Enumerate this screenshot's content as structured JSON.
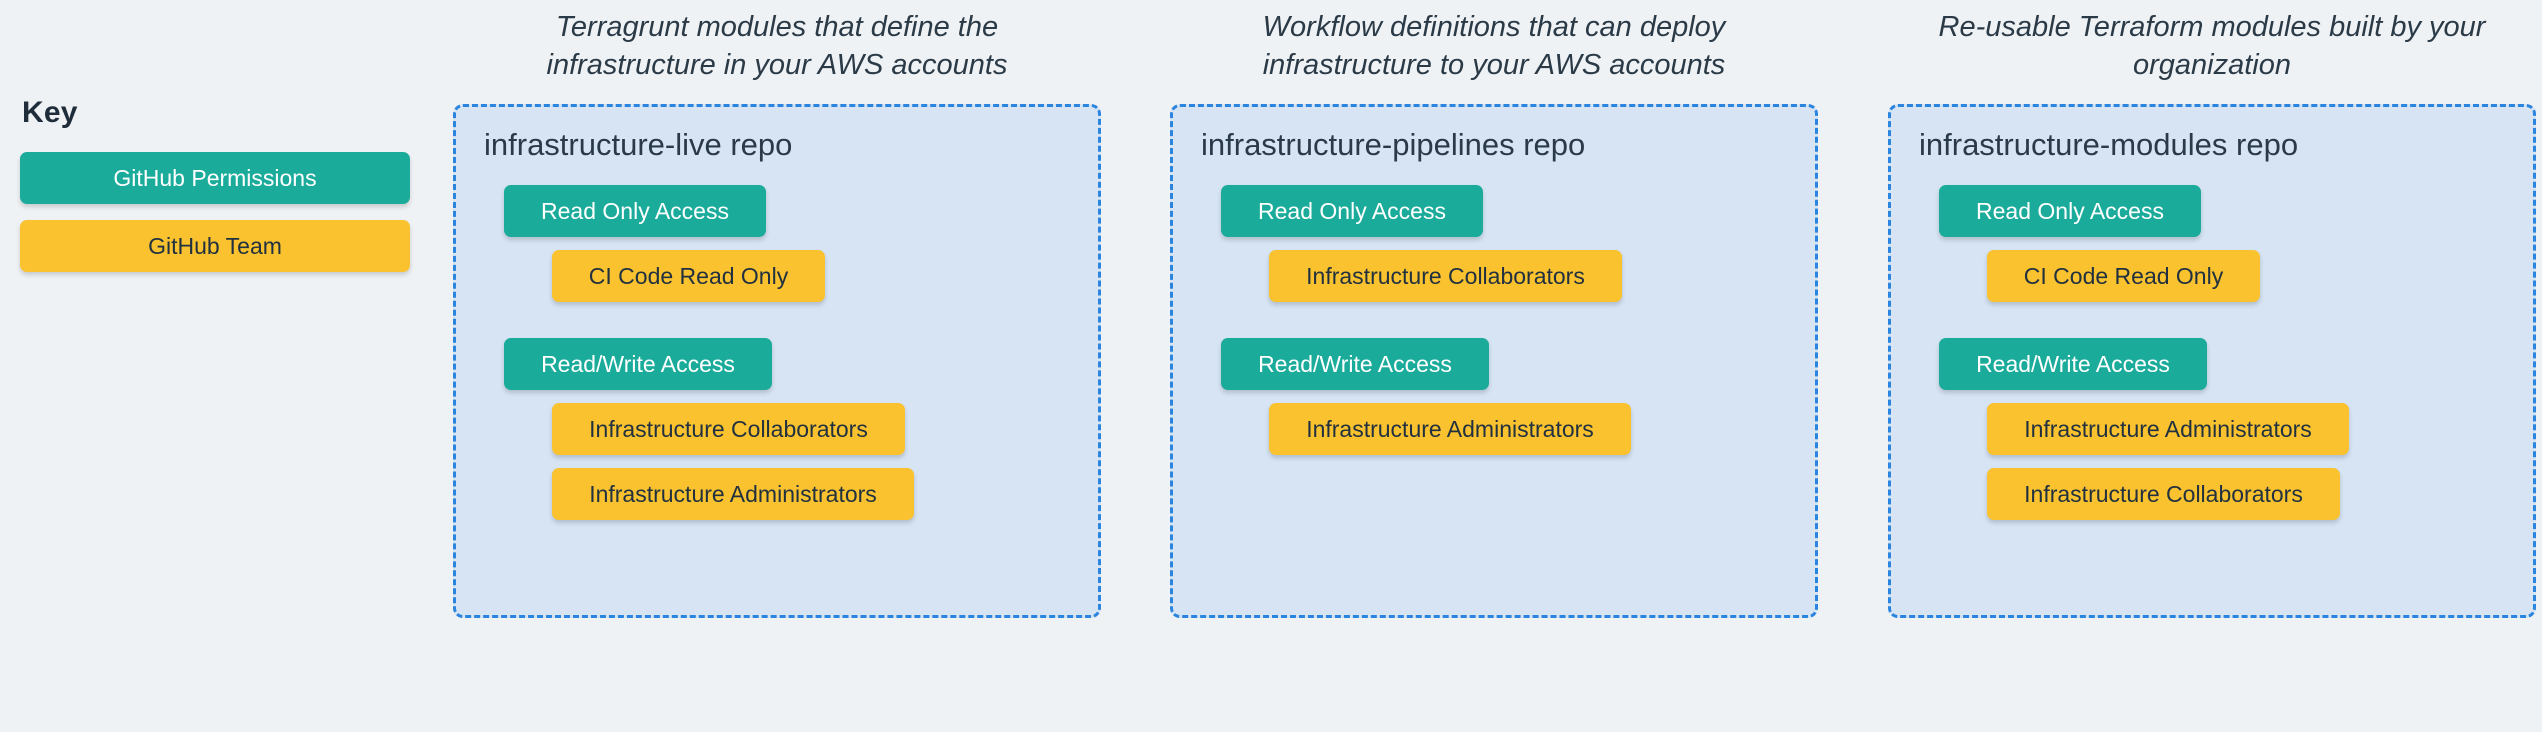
{
  "page": {
    "background_color": "#eff2f5"
  },
  "colors": {
    "permission_fill": "#1aab9b",
    "permission_text": "#ffffff",
    "team_fill": "#f9c22e",
    "team_text": "#22313f",
    "panel_fill": "#d6e4f4",
    "panel_border": "#2b84dd",
    "page_background": "#eff2f5",
    "heading_text": "#1f2d3a"
  },
  "key": {
    "title": "Key",
    "items": [
      {
        "label": "GitHub Permissions",
        "type": "permission"
      },
      {
        "label": "GitHub Team",
        "type": "team"
      }
    ]
  },
  "columns": [
    {
      "caption": "Terragrunt modules that define the infrastructure in your AWS accounts",
      "repo_title": "infrastructure-live repo",
      "groups": [
        {
          "permission": "Read Only Access",
          "teams": [
            "CI Code Read Only"
          ]
        },
        {
          "permission": "Read/Write Access",
          "teams": [
            "Infrastructure Collaborators",
            "Infrastructure Administrators"
          ]
        }
      ]
    },
    {
      "caption": "Workflow definitions that can deploy infrastructure to your AWS accounts",
      "repo_title": "infrastructure-pipelines repo",
      "groups": [
        {
          "permission": "Read Only Access",
          "teams": [
            "Infrastructure Collaborators"
          ]
        },
        {
          "permission": "Read/Write Access",
          "teams": [
            "Infrastructure Administrators"
          ]
        }
      ]
    },
    {
      "caption": "Re-usable Terraform modules built by your organization",
      "repo_title": "infrastructure-modules repo",
      "groups": [
        {
          "permission": "Read Only Access",
          "teams": [
            "CI Code Read Only"
          ]
        },
        {
          "permission": "Read/Write Access",
          "teams": [
            "Infrastructure Administrators",
            "Infrastructure Collaborators"
          ]
        }
      ]
    }
  ]
}
